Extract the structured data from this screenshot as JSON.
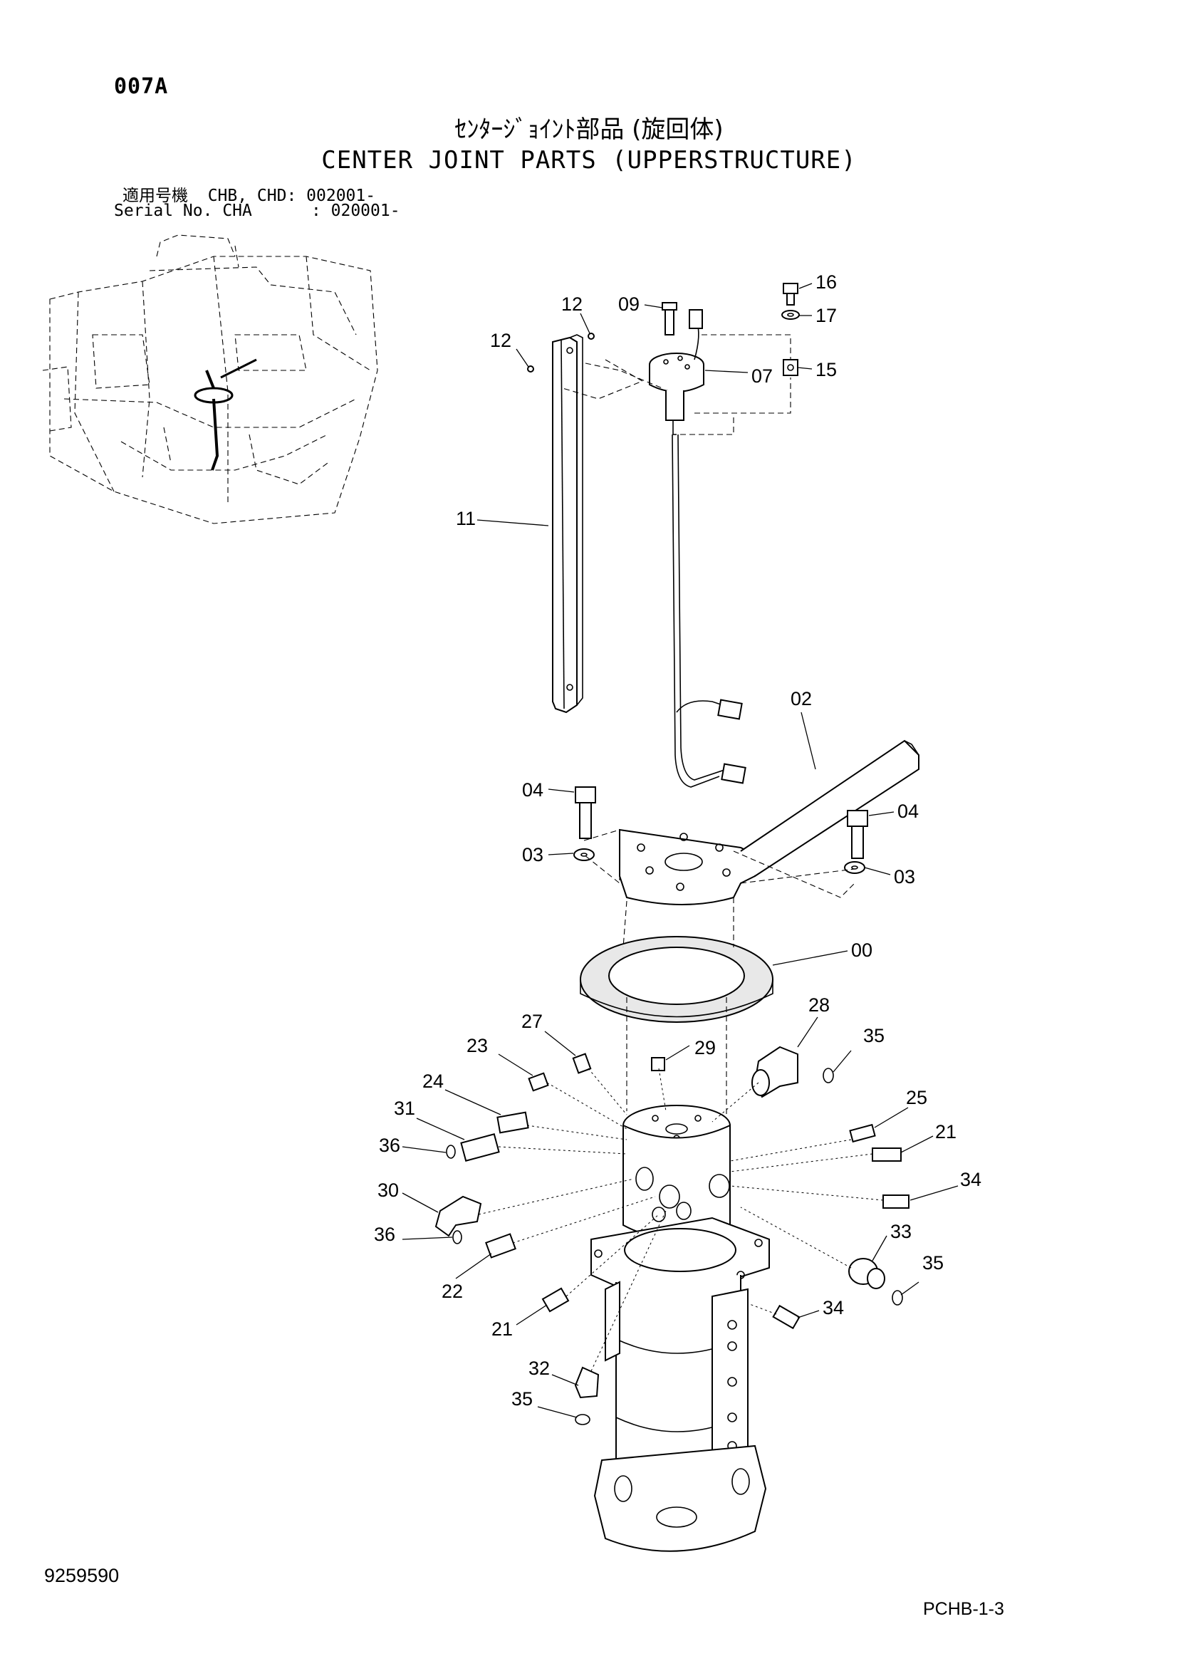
{
  "header": {
    "page_code": "007A",
    "title_jp": "ｾﾝﾀｰｼﾞｮｲﾝﾄ部品 (旋回体)",
    "title_en": "CENTER JOINT PARTS (UPPERSTRUCTURE)",
    "serial_line1": "適用号機  CHB, CHD: 002001-",
    "serial_line2": "Serial No. CHA      : 020001-"
  },
  "footer": {
    "document_number": "9259590",
    "page_reference": "PCHB-1-3"
  },
  "callouts": [
    "16",
    "12",
    "09",
    "17",
    "12",
    "07",
    "15",
    "11",
    "02",
    "04",
    "04",
    "03",
    "03",
    "00",
    "28",
    "27",
    "35",
    "23",
    "29",
    "24",
    "25",
    "31",
    "21",
    "36",
    "34",
    "30",
    "36",
    "33",
    "35",
    "22",
    "21",
    "34",
    "32",
    "35"
  ]
}
